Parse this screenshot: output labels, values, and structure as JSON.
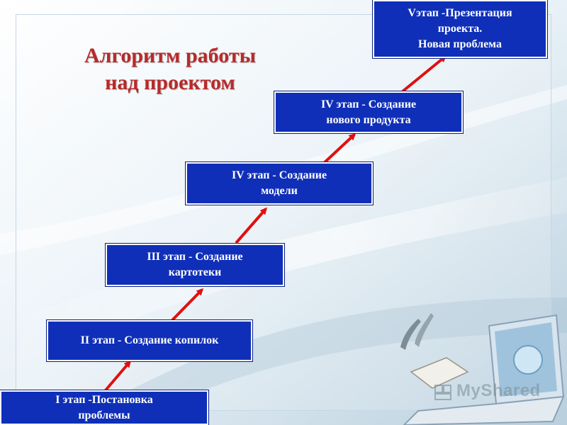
{
  "title": {
    "line1": "Алгоритм работы",
    "line2": "над проектом"
  },
  "stages": [
    {
      "lines": [
        "I этап -Постановка",
        "проблемы"
      ]
    },
    {
      "lines": [
        "II этап - Создание копилок"
      ]
    },
    {
      "lines": [
        "III этап - Создание",
        "картотеки"
      ]
    },
    {
      "lines": [
        "IV этап - Создание",
        "модели"
      ]
    },
    {
      "lines": [
        "IV этап - Создание",
        "нового продукта"
      ]
    },
    {
      "lines": [
        "Vэтап -Презентация",
        "проекта.",
        "Новая проблема"
      ]
    }
  ],
  "watermark": {
    "text": "MyShared",
    "icon": "myshared-logo-icon"
  },
  "colors": {
    "stage_fill": "#0f2fb8",
    "stage_text": "#ffffff",
    "title": "#b82a2a",
    "arrow": "#e01010"
  }
}
